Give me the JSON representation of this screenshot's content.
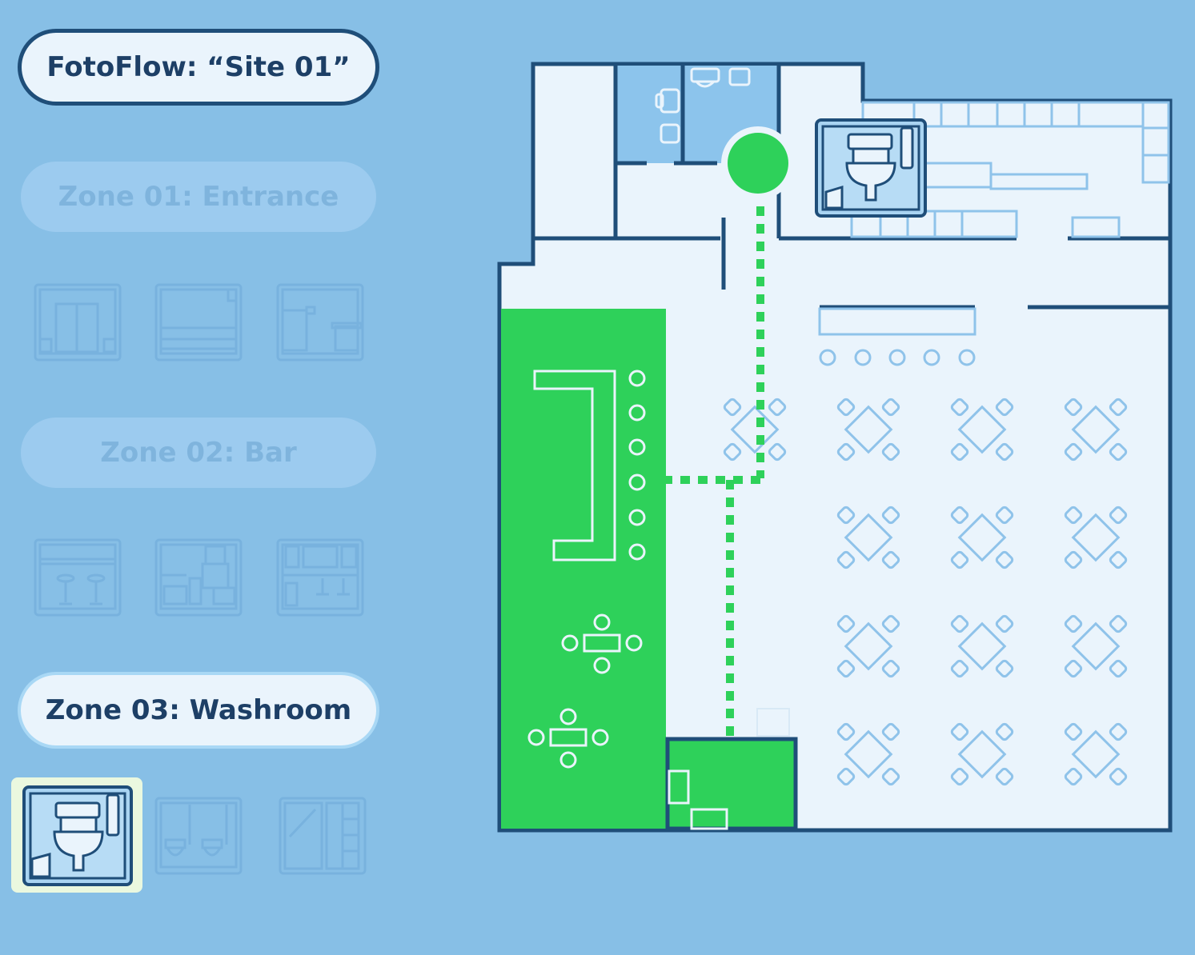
{
  "app": {
    "title": "FotoFlow: “Site 01”"
  },
  "zones": [
    {
      "label": "Zone 01: Entrance",
      "state": "inactive",
      "thumbnails": [
        "entrance-doors-icon",
        "entrance-bench-icon",
        "entrance-desk-icon"
      ]
    },
    {
      "label": "Zone 02: Bar",
      "state": "inactive",
      "thumbnails": [
        "bar-stools-icon",
        "bar-shelves-icon",
        "bar-counter-icon"
      ]
    },
    {
      "label": "Zone 03: Washroom",
      "state": "active",
      "thumbnails": [
        "toilet-stall-icon",
        "washroom-sinks-icon",
        "washroom-door-icon"
      ],
      "selected_thumbnail": 0
    }
  ],
  "floor_plan": {
    "highlighted_zone": "Zone 03: Washroom",
    "colors": {
      "accent": "#2ed15a",
      "wall": "#1f4e79",
      "floor": "#eaf4fc",
      "furniture": "#8fc3ea"
    }
  }
}
